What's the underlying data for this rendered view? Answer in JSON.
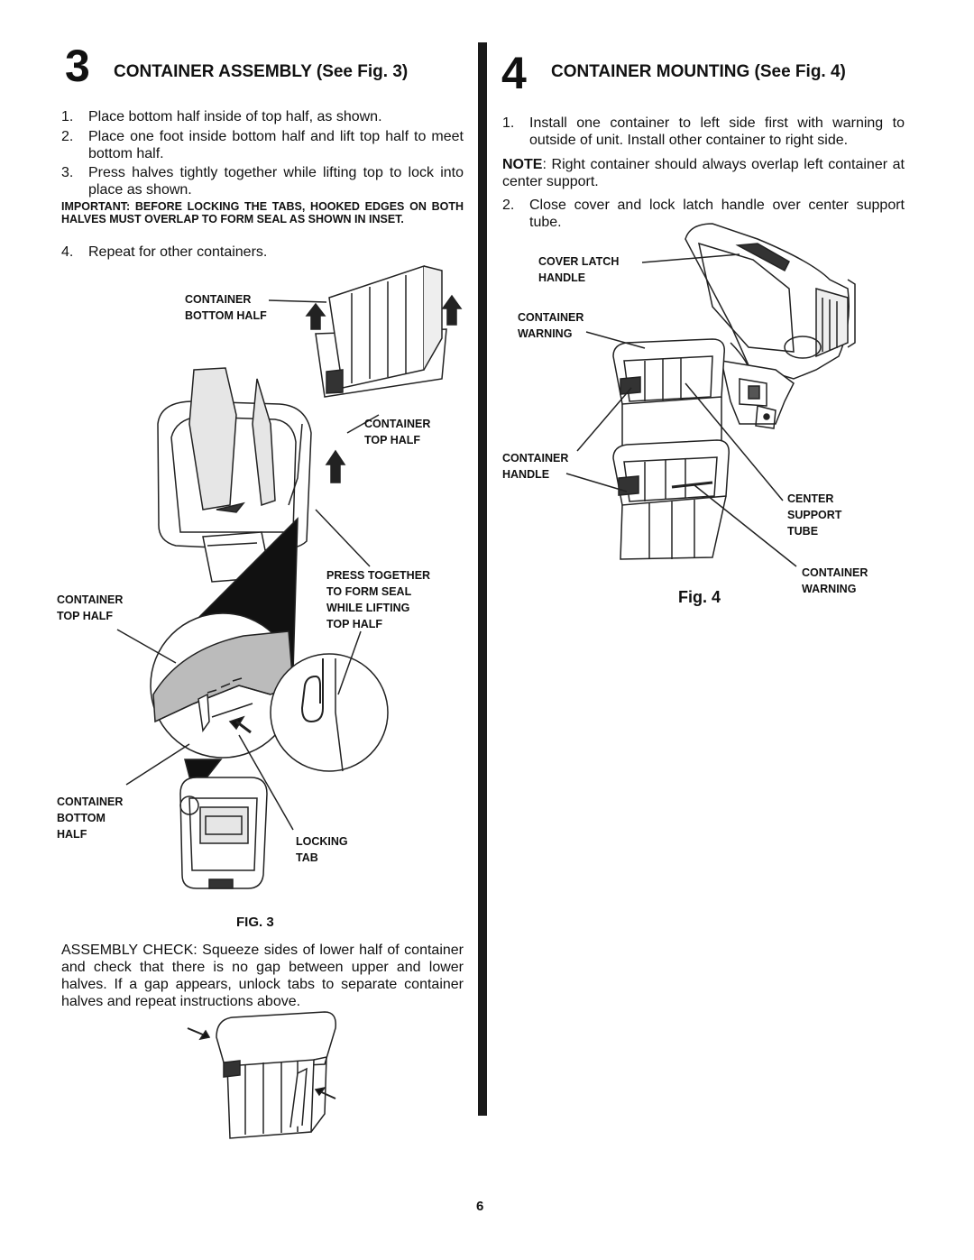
{
  "left": {
    "step_number": "3",
    "heading": "CONTAINER ASSEMBLY (See Fig. 3)",
    "steps": [
      {
        "n": "1.",
        "text": "Place bottom half inside of top half, as shown."
      },
      {
        "n": "2.",
        "text": "Place one foot inside bottom half and lift top half to meet bottom half."
      },
      {
        "n": "3.",
        "text": "Press halves tightly together while lifting top to lock into place as shown."
      }
    ],
    "important": "IMPORTANT: BEFORE LOCKING THE TABS, HOOKED EDGES ON BOTH HALVES MUST OVERLAP TO FORM SEAL AS SHOWN IN INSET.",
    "step4": {
      "n": "4.",
      "text": "Repeat for other containers."
    },
    "labels": {
      "container_bottom_half_top": [
        "CONTAINER",
        "BOTTOM HALF"
      ],
      "container_top_half_right": [
        "CONTAINER",
        "TOP HALF"
      ],
      "press_together": [
        "PRESS TOGETHER",
        "TO FORM SEAL",
        "WHILE LIFTING",
        "TOP HALF"
      ],
      "container_top_half_left": [
        "CONTAINER",
        "TOP HALF"
      ],
      "container_bottom_half_left": [
        "CONTAINER",
        "BOTTOM",
        "HALF"
      ],
      "locking_tab": [
        "LOCKING",
        "TAB"
      ]
    },
    "fig_caption": "FIG. 3",
    "assembly_check": "ASSEMBLY CHECK: Squeeze sides of lower half of container and check that there is no gap between upper and lower halves. If a gap appears, unlock tabs to separate container halves and repeat instructions above."
  },
  "right": {
    "step_number": "4",
    "heading": "CONTAINER MOUNTING (See Fig. 4)",
    "step1": {
      "n": "1.",
      "text": "Install one container to left side first with warning to outside of unit. Install other container to right side."
    },
    "note_label": "NOTE",
    "note_text": ": Right container should always overlap left container at center support.",
    "step2": {
      "n": "2.",
      "text": "Close cover and lock latch handle over center support tube."
    },
    "labels": {
      "cover_latch_handle": [
        "COVER LATCH",
        "HANDLE"
      ],
      "container_warning_left": [
        "CONTAINER",
        "WARNING"
      ],
      "container_handle": [
        "CONTAINER",
        "HANDLE"
      ],
      "center_support_tube": [
        "CENTER",
        "SUPPORT",
        "TUBE"
      ],
      "container_warning_right": [
        "CONTAINER",
        "WARNING"
      ]
    },
    "fig_caption": "Fig. 4"
  },
  "page_number": "6"
}
